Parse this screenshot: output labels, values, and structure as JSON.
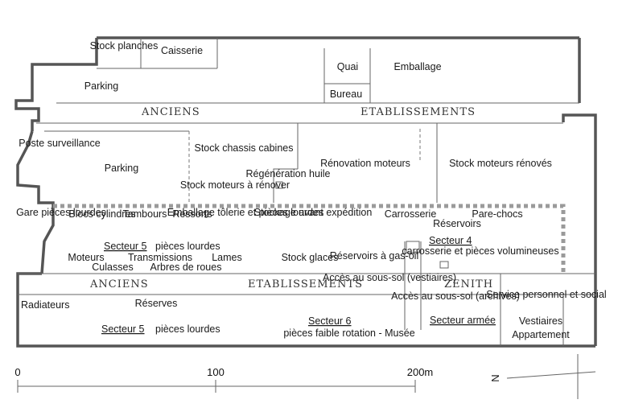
{
  "labels": {
    "stock_planches": "Stock planches",
    "caisserie": "Caisserie",
    "quai": "Quai",
    "emballage_top": "Emballage",
    "parking_top": "Parking",
    "bureau": "Bureau",
    "poste_surveillance": "Poste surveillance",
    "parking_mid": "Parking",
    "stock_chassis": "Stock chassis cabines",
    "regeneration_huile": "Régénération huile",
    "renovation_moteurs": "Rénovation moteurs",
    "stock_moteurs_renoves": "Stock moteurs rénovés",
    "stock_moteurs_renover": "Stock moteurs à rénover",
    "gare_pieces": "Gare pièces lourdes",
    "blocs_cylindres": "Blocs cylindres",
    "tambours": "Tambours",
    "ressorts": "Ressorts",
    "emballage_tolerie": "Emballage tôlerie et pièces lourdes",
    "stockage_expedition": "Stockage avant expédition",
    "carrosserie": "Carrosserie",
    "reservoirs": "Réservoirs",
    "pare_chocs": "Pare-chocs",
    "secteur5_top": "Secteur 5",
    "pieces_lourdes_top": "pièces lourdes",
    "secteur4": "Secteur 4",
    "carrosserie_vol": "carrosserie et pièces volumineuses",
    "moteurs": "Moteurs",
    "transmissions": "Transmissions",
    "lames": "Lames",
    "culasses": "Culasses",
    "arbres_roues": "Arbres de roues",
    "stock_glaces": "Stock glaces",
    "reservoirs_gasoil": "Réservoirs à gas-oil",
    "acces_vestiaires": "Accès au sous-sol (vestiaires)",
    "acces_archives": "Accès au sous-sol (archives)",
    "service_personnel": "Service personnel et social",
    "vestiaires": "Vestiaires",
    "appartement": "Appartement",
    "radiateurs": "Radiateurs",
    "reserves": "Réserves",
    "secteur5_bottom": "Secteur  5",
    "pieces_lourdes_bottom": "pièces lourdes",
    "secteur6": "Secteur 6",
    "pieces_musee": "pièces faible rotation - Musée",
    "secteur_armee": "Secteur armée"
  },
  "zones": {
    "anciens_top": "ANCIENS",
    "etablissements_top": "ETABLISSEMENTS",
    "anciens_bottom": "ANCIENS",
    "etablissements_bottom": "ETABLISSEMENTS",
    "zenith": "ZENITH"
  },
  "scale": {
    "tick0": "0",
    "tick100": "100",
    "tick200": "200m"
  },
  "north": "N"
}
